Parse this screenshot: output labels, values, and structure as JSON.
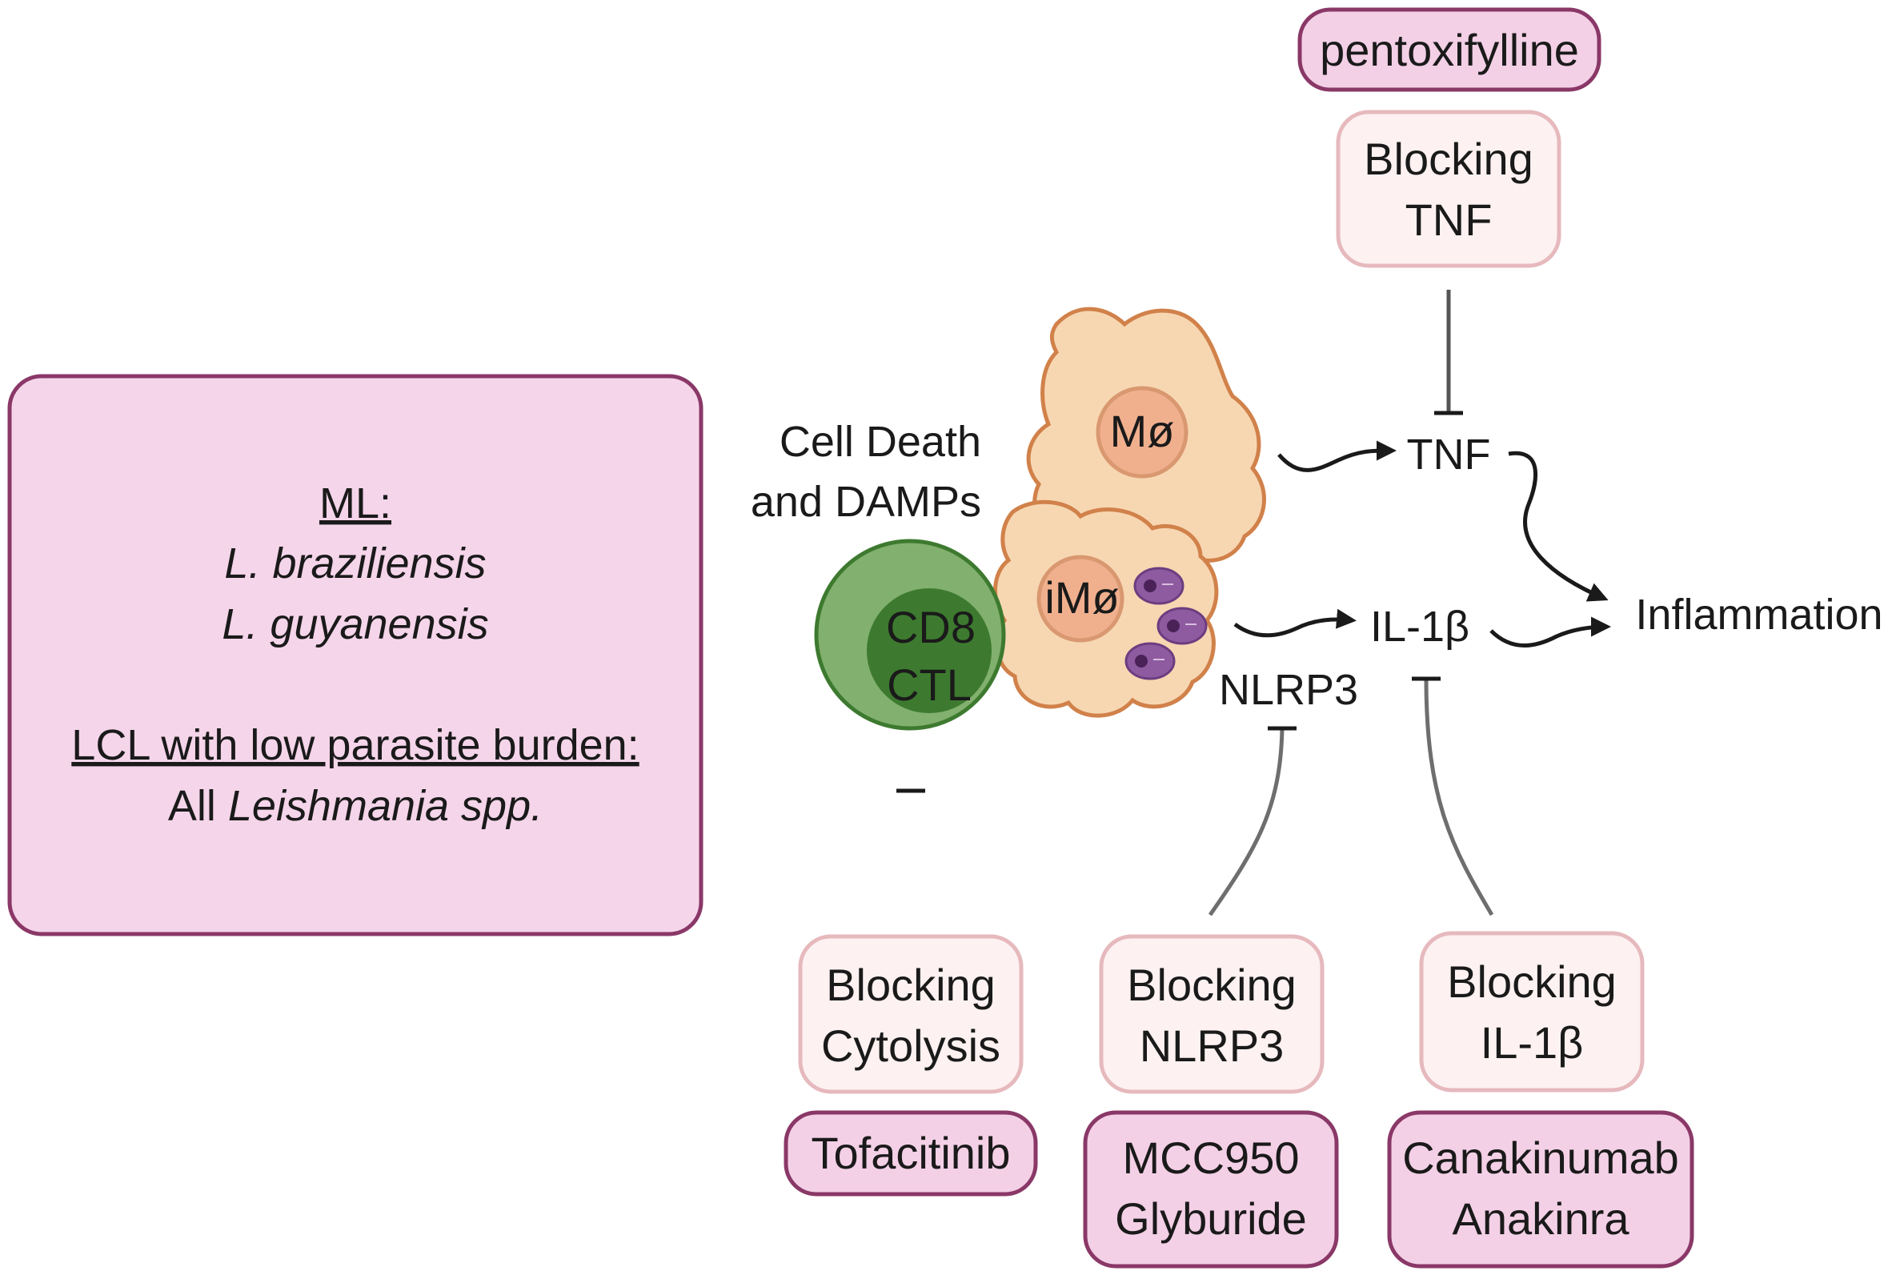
{
  "info_box": {
    "ml_heading": "ML:",
    "ml_species_1": "L. braziliensis",
    "ml_species_2": "L. guyanensis",
    "lcl_heading": "LCL with low parasite burden:",
    "lcl_prefix": "All ",
    "lcl_species": "Leishmania spp."
  },
  "cells": {
    "macrophage": "Mø",
    "infected_macrophage": "iMø",
    "cd8_line1": "CD8",
    "cd8_line2": "CTL",
    "cell_death_line1": "Cell Death",
    "cell_death_line2": "and DAMPs"
  },
  "mediators": {
    "tnf": "TNF",
    "il1b": "IL-1β",
    "nlrp3": "NLRP3",
    "inflammation": "Inflammation"
  },
  "blocking": {
    "tnf": [
      "Blocking",
      "TNF"
    ],
    "cytolysis": [
      "Blocking",
      "Cytolysis"
    ],
    "nlrp3": [
      "Blocking",
      "NLRP3"
    ],
    "il1b": [
      "Blocking",
      "IL-1β"
    ]
  },
  "drugs": {
    "tnf": [
      "pentoxifylline"
    ],
    "cytolysis": [
      "Tofacitinib"
    ],
    "nlrp3": [
      "MCC950",
      "Glyburide"
    ],
    "il1b": [
      "Canakinumab",
      "Anakinra"
    ]
  },
  "colors": {
    "info_fill": "#f5d5ea",
    "drug_fill": "#f3d0e6",
    "drug_border": "#8a3868",
    "block_fill": "#fdf1f1",
    "block_border": "#e6b9bd",
    "macrophage_fill": "#f7d7b2",
    "macrophage_border": "#d1814a",
    "nucleus_fill": "#f0b08e",
    "cd8_outer": "#82b06e",
    "cd8_inner": "#3d7a2f",
    "parasite": "#8e5aa0"
  }
}
